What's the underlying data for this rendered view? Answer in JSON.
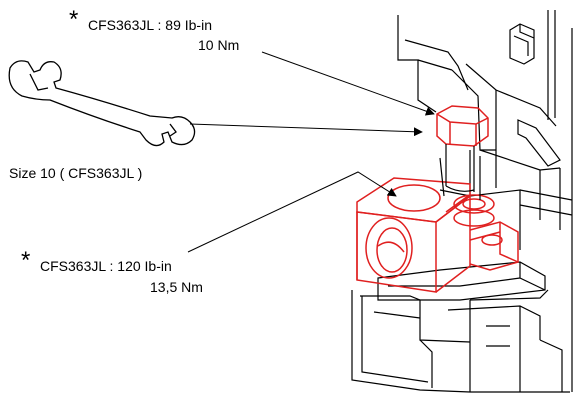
{
  "labels": {
    "top_star": "*",
    "top_line1": "CFS363JL :  89 Ib-in",
    "top_line2": "10 Nm",
    "wrench_size": "Size 10 ( CFS363JL )",
    "bottom_star": "*",
    "bottom_line1": "CFS363JL :  120 Ib-in",
    "bottom_line2": "13,5 Nm"
  },
  "colors": {
    "line": "#000000",
    "highlight": "#e02020"
  },
  "icons": {
    "wrench": "wrench-icon"
  }
}
